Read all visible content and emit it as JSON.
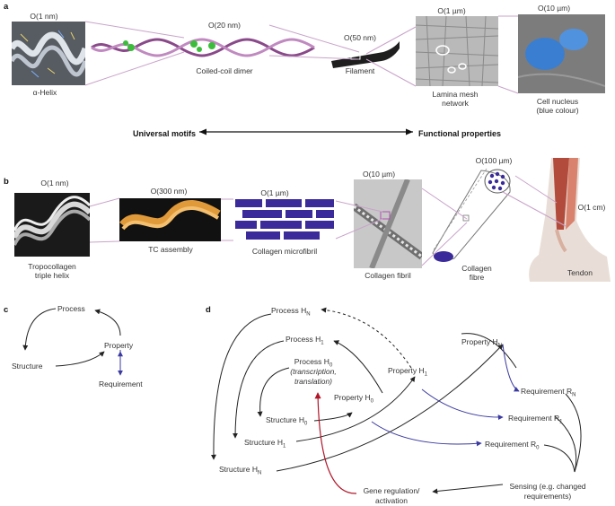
{
  "panel_a": {
    "letter": "a",
    "scales": [
      "O(1 nm)",
      "O(20 nm)",
      "O(50 nm)",
      "O(1 µm)",
      "O(10 µm)"
    ],
    "items": [
      "α-Helix",
      "Coiled-coil dimer",
      "Filament",
      "Lamina mesh network",
      "Cell nucleus (blue colour)"
    ],
    "item_lines": {
      "lamina": [
        "Lamina mesh",
        "network"
      ],
      "nucleus": [
        "Cell nucleus",
        "(blue colour)"
      ]
    },
    "axis_left": "Universal motifs",
    "axis_right": "Functional properties"
  },
  "panel_b": {
    "letter": "b",
    "scales": [
      "O(1 nm)",
      "O(300 nm)",
      "O(1 µm)",
      "O(10 µm)",
      "O(100 µm)",
      "O(1 cm)"
    ],
    "items": [
      "Tropocollagen triple helix",
      "TC assembly",
      "Collagen microfibril",
      "Collagen fibril",
      "Collagen fibre",
      "Tendon"
    ],
    "item_lines": {
      "tropocollagen": [
        "Tropocollagen",
        "triple helix"
      ],
      "fibre": [
        "Collagen",
        "fibre"
      ]
    }
  },
  "panel_c": {
    "letter": "c",
    "nodes": [
      "Process",
      "Property",
      "Structure",
      "Requirement"
    ]
  },
  "panel_d": {
    "letter": "d",
    "process_hn": "Process H",
    "process_h1": "Process H",
    "process_h0": "Process H",
    "process_h0_note1": "(transcription,",
    "process_h0_note2": "translation)",
    "property_hn": "Property H",
    "property_h1": "Property H",
    "property_h0": "Property H",
    "structure_h0": "Structure H",
    "structure_h1": "Structure H",
    "structure_hn": "Structure H",
    "requirement_rn": "Requirement R",
    "requirement_r1": "Requirement R",
    "requirement_r0": "Requirement R",
    "sub_n": "N",
    "sub_1": "1",
    "sub_0": "0",
    "gene_reg1": "Gene regulation/",
    "gene_reg2": "activation",
    "sensing1": "Sensing (e.g. changed",
    "sensing2": "requirements)"
  },
  "colors": {
    "arrow_dark": "#222222",
    "arrow_blue": "#3a3aa0",
    "arrow_red": "#b0162a",
    "leader_pink": "#c9a3c9",
    "nucleus_blue": "#2f7fe0",
    "collagen_purple": "#3b2b9a"
  }
}
